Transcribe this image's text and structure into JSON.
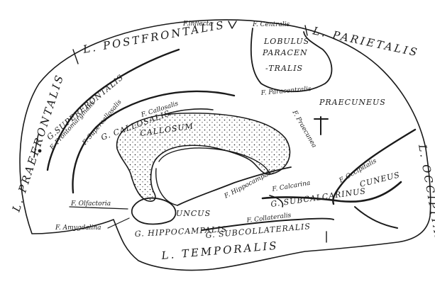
{
  "labels": {
    "l_postfrontalis": "L. POSTFRONTALIS",
    "f_inflecta": "F.inflecta",
    "f_centralis": "F. Centralis",
    "lobulus": "LOBULUS",
    "paracen": "PARACEN",
    "tralis": "-TRALIS",
    "l_parietalis": "L. PARIETALIS",
    "l_praefrontalis": "L. PRAEFRONTALIS",
    "g_superfrontalis": "G.SUPERFRONTALIS",
    "f_frontomarginalis": "F. Frontomarginalis",
    "f_supercallosalis": "F. Supercallosalis",
    "g_callosalis": "G. CALLOSALIS",
    "f_callosalis": "F. Callosalis",
    "callosum": "CALLOSUM",
    "f_paracentralis": "F. Paracentralis",
    "praecuneus": "PRAECUNEUS",
    "f_praecunea": "F. Praecunea",
    "l_occipitalis": "L. OCCIPITALIS",
    "f_occipitalis": "F. Occipitalis",
    "cuneus": "CUNEUS",
    "f_calcarina": "F. Calcarina",
    "g_subcalcarinus": "G. SUBCALCARINUS",
    "f_hippocampalis": "F. Hippocampalis",
    "uncus": "UNCUS",
    "f_olfactoria": "F. Olfactoria",
    "f_amygdalina": "F. Amygdalina",
    "g_hippocampalis": "G. HIPPOCAMPALIS",
    "f_collateralis": "F. Collateralis",
    "g_subcollateralis": "G. SUBCOLLATERALIS",
    "l_temporalis": "L. TEMPORALIS"
  },
  "colors": {
    "ink": "#1a1a1a",
    "paper": "#ffffff"
  }
}
